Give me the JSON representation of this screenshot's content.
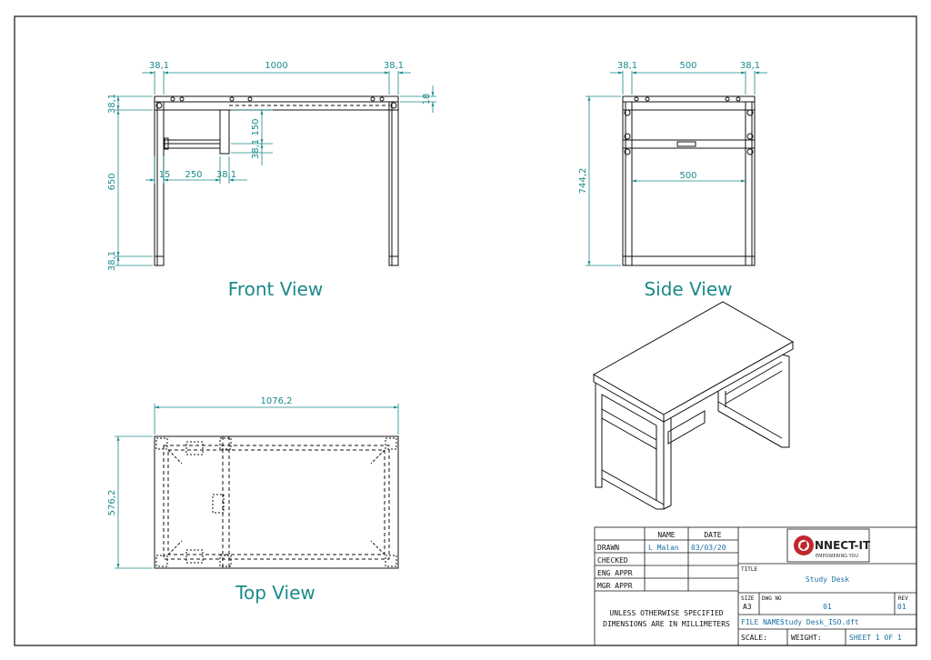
{
  "views": {
    "front_title": "Front View",
    "side_title": "Side View",
    "top_title": "Top View"
  },
  "front_dims": {
    "leg_left": "38,1",
    "width": "1000",
    "leg_right": "38,1",
    "top_thickness": "18",
    "frame_top": "38,1",
    "drawer_height": "150",
    "drawer_rail": "38,1",
    "height": "650",
    "frame_bottom": "38,1",
    "offset": "15",
    "drawer_width": "250",
    "drawer_post": "38,1"
  },
  "side_dims": {
    "leg_left": "38,1",
    "depth": "500",
    "leg_right": "38,1",
    "total_height": "744,2",
    "inner_depth": "500"
  },
  "top_dims": {
    "total_width": "1076,2",
    "total_depth": "576,2"
  },
  "title_block": {
    "header_name": "NAME",
    "header_date": "DATE",
    "row_drawn": "DRAWN",
    "drawn_name": "L Malan",
    "drawn_date": "03/03/20",
    "row_checked": "CHECKED",
    "row_eng": "ENG APPR",
    "row_mgr": "MGR APPR",
    "note_line1": "UNLESS OTHERWISE SPECIFIED",
    "note_line2": "DIMENSIONS ARE IN MILLIMETERS",
    "logo_text": "NNECT-IT",
    "logo_tagline": "EMPOWERING YOU",
    "title_label": "TITLE",
    "title_value": "Study Desk",
    "size_label": "SIZE",
    "size_value": "A3",
    "dwg_label": "DWG NO",
    "dwg_value": "01",
    "rev_label": "REV",
    "rev_value": "01",
    "file_label": "FILE NAME:",
    "file_value": "Study Desk_ISO.dft",
    "scale_label": "SCALE:",
    "weight_label": "WEIGHT:",
    "sheet_value": "SHEET 1 OF 1"
  },
  "colors": {
    "dimension": "#1a8a8a",
    "line": "#111111",
    "logo_red": "#c0272d"
  }
}
